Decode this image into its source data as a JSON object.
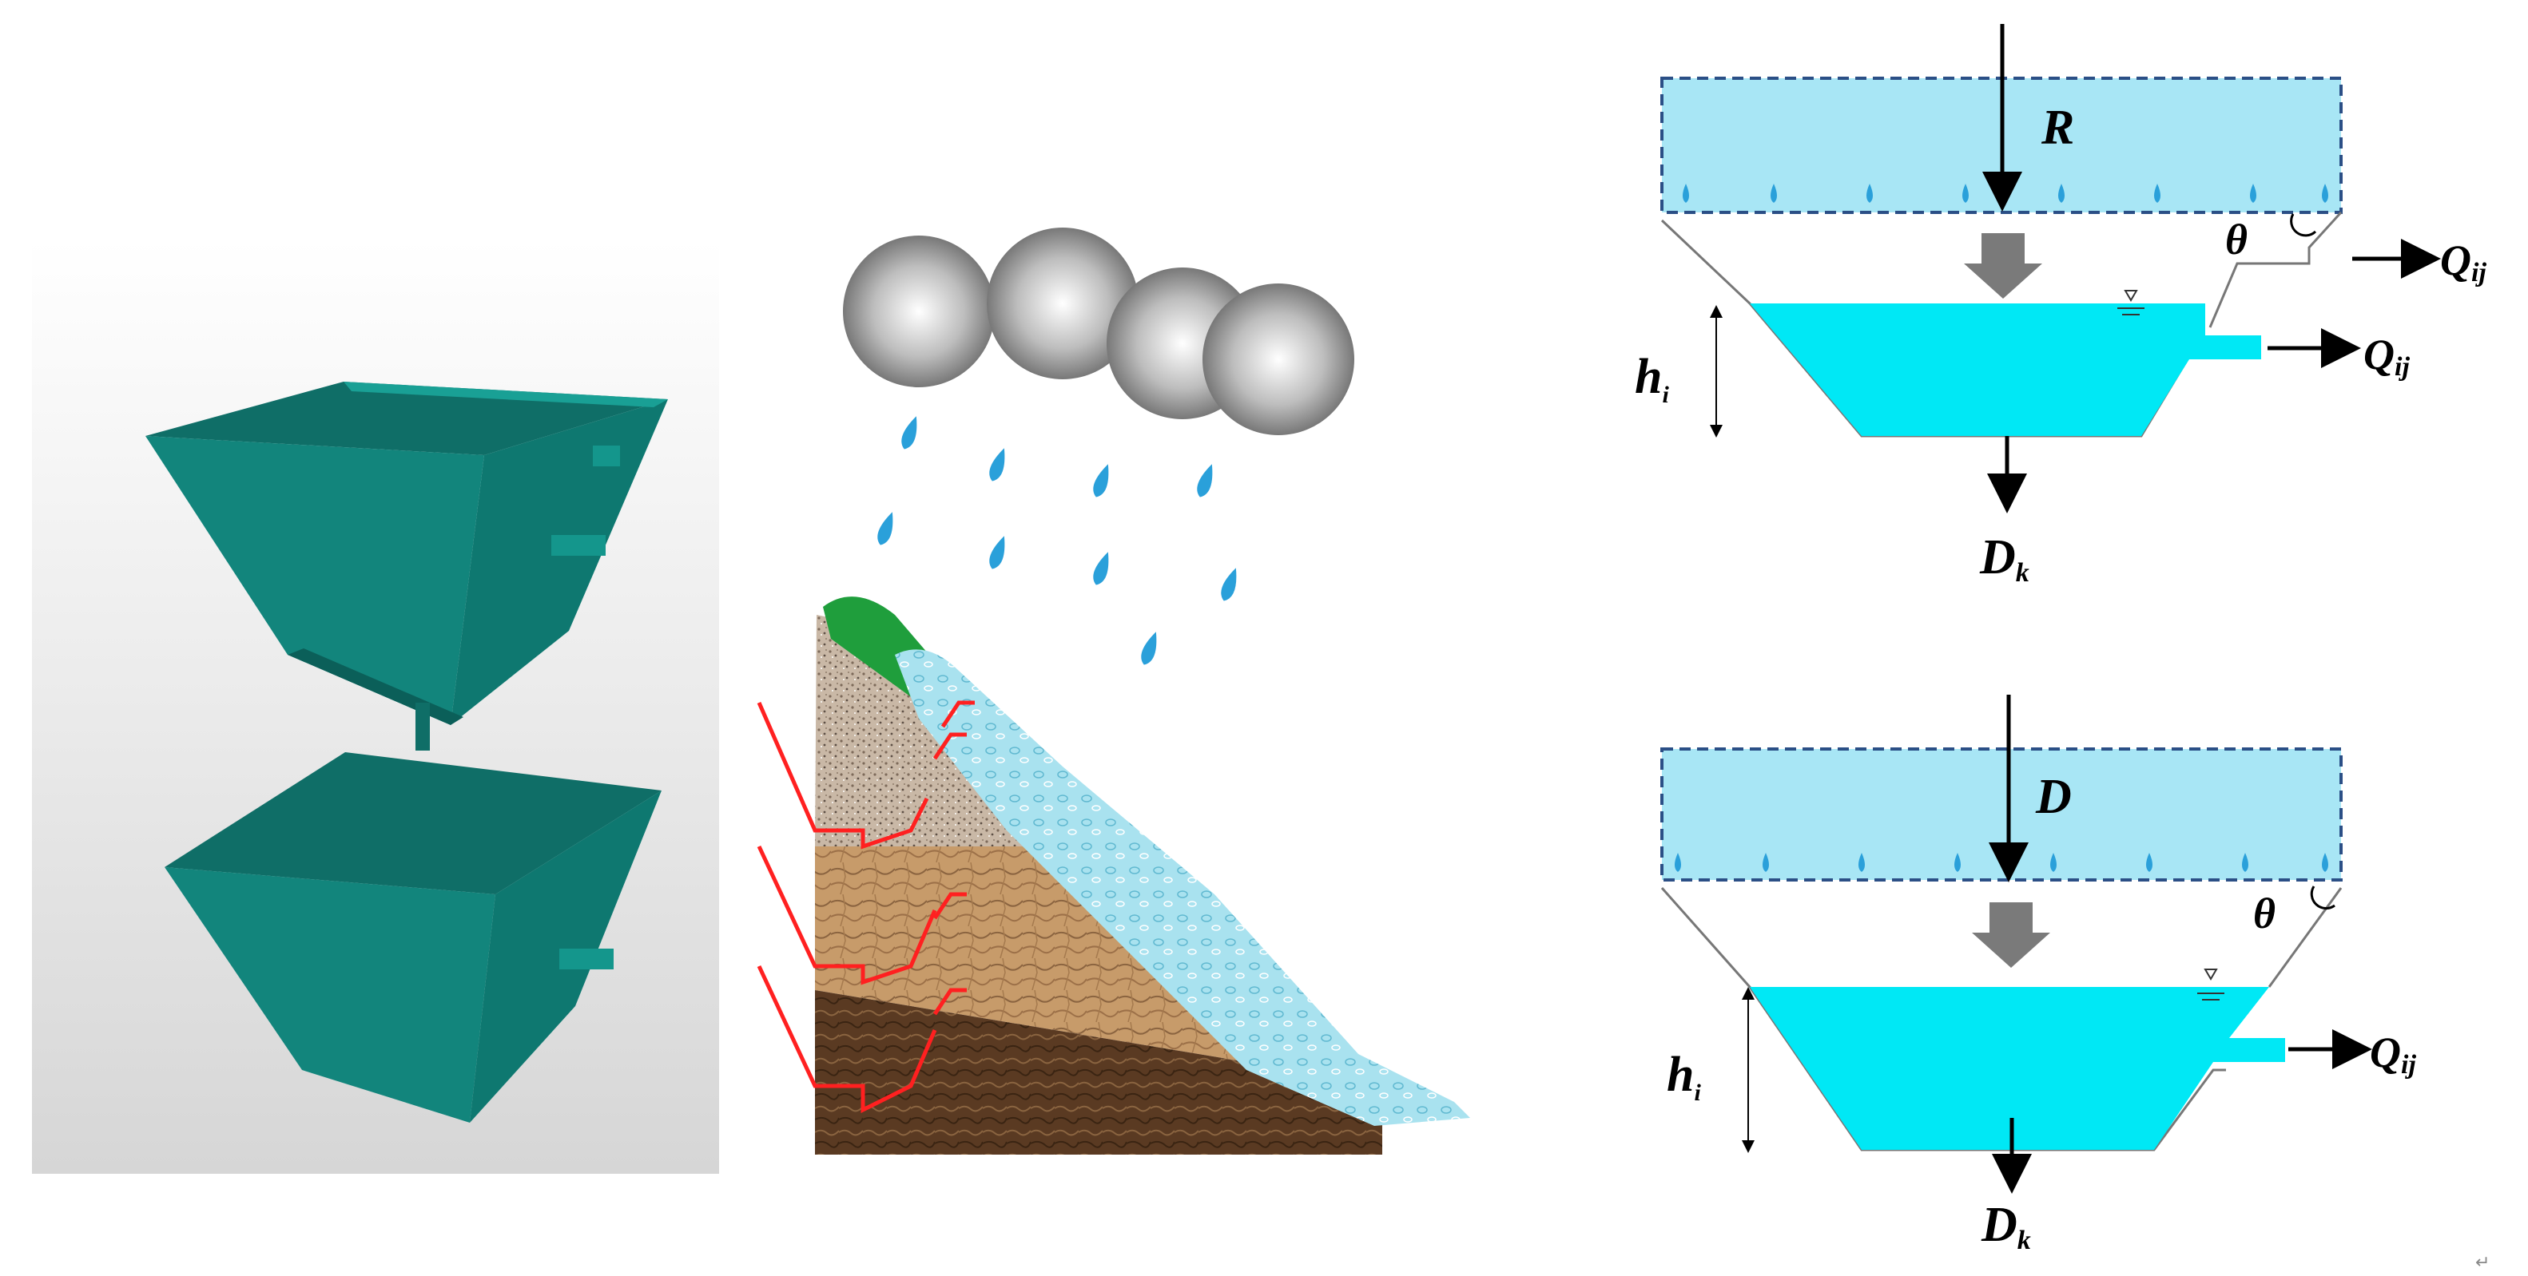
{
  "colors": {
    "bucket_teal": "#12857c",
    "rain_layer_fill": "#a8e6f5",
    "rain_layer_border": "#2b4f86",
    "water_fill": "#00e8f5",
    "drop_blue": "#2aa0da",
    "soil_arrow_red": "#ff2020",
    "cloud_gray": "#8c8c8c",
    "grass_green": "#1f9e3c",
    "flow_lightblue": "#a9e2ef"
  },
  "icons": [
    "cloud-icon",
    "raindrop-icon",
    "arrow-down-icon",
    "arrow-right-icon",
    "water-level-symbol-icon"
  ],
  "diagram_top": {
    "rain_label": "R",
    "theta_label": "θ",
    "outflow_upper_label": "Q",
    "outflow_upper_sub": "ij",
    "outflow_lower_label": "Q",
    "outflow_lower_sub": "ij",
    "depth_label": "h",
    "depth_sub": "i",
    "drain_label": "D",
    "drain_sub": "k"
  },
  "diagram_bottom": {
    "input_label": "D",
    "theta_label": "θ",
    "outflow_label": "Q",
    "outflow_sub": "ij",
    "depth_label": "h",
    "depth_sub": "i",
    "drain_label": "D",
    "drain_sub": "k"
  },
  "paragraph_mark": "↵"
}
